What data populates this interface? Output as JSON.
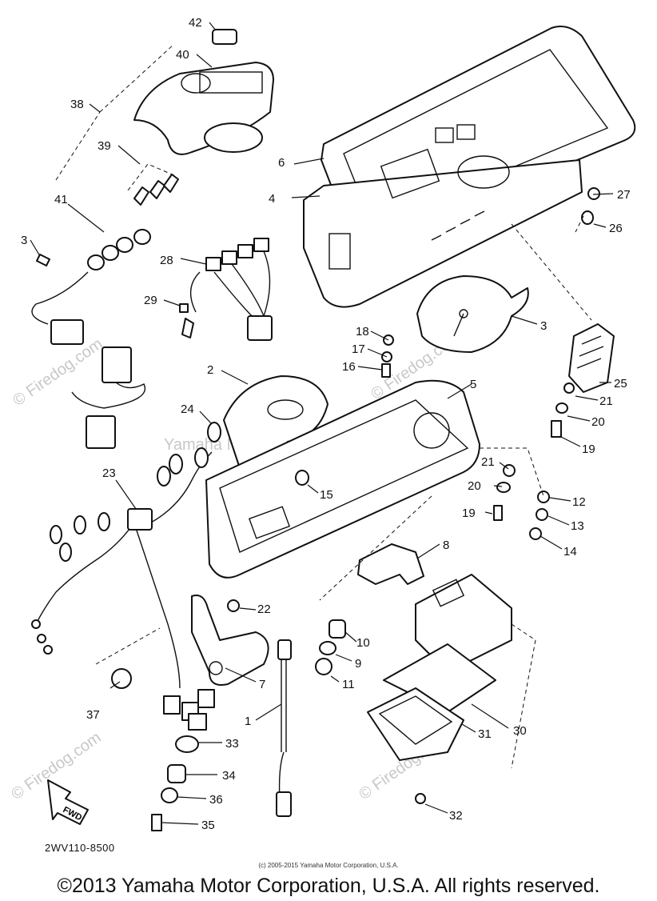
{
  "diagram": {
    "callouts": [
      "42",
      "40",
      "38",
      "39",
      "41",
      "3",
      "28",
      "29",
      "6",
      "4",
      "27",
      "26",
      "3",
      "18",
      "17",
      "16",
      "2",
      "5",
      "25",
      "21",
      "20",
      "19",
      "24",
      "23",
      "15",
      "21",
      "20",
      "19",
      "12",
      "13",
      "14",
      "8",
      "22",
      "10",
      "9",
      "11",
      "7",
      "37",
      "1",
      "30",
      "31",
      "33",
      "34",
      "36",
      "35",
      "32"
    ],
    "drawing_code": "2WV110-8500",
    "source_note": "(c) 2005-2015 Yamaha Motor Corporation, U.S.A.",
    "copyright": "©2013 Yamaha Motor Corporation, U.S.A. All rights reserved.",
    "watermarks": [
      "© Firedog.com",
      "© Firedog.com",
      "Yamaha Motor Corp. U.S.A.",
      "© Firedog.com",
      "© Firedog.com"
    ],
    "direction_marker": "FWD"
  }
}
